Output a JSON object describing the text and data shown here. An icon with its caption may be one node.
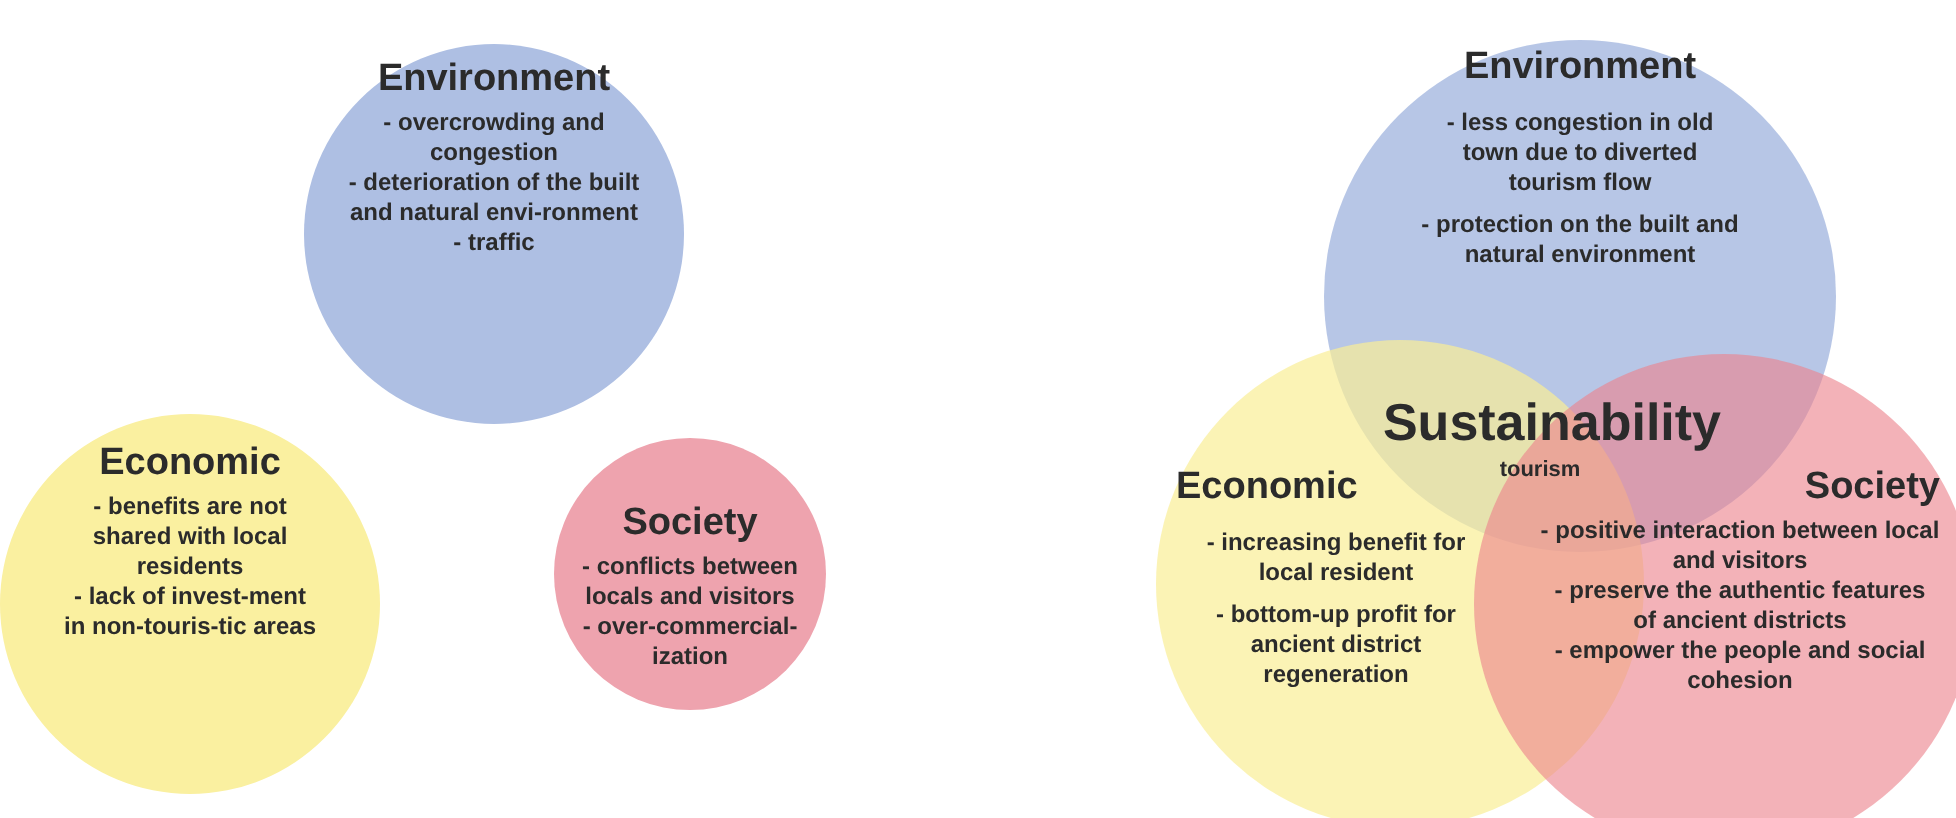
{
  "diagram": {
    "nodes": [
      {
        "text": [
          "Environment",
          "- overcrowding and congestion",
          "- deterioration of the built and natural envi-ronment",
          "- traffic"
        ]
      },
      {
        "text": [
          "Economic",
          "- benefits are not shared with local residents",
          "- lack of invest-ment in non-touris-tic areas"
        ]
      },
      {
        "text": [
          "Society",
          "- conflicts between locals and visitors",
          "- over-commercial-ization"
        ]
      },
      {
        "text": [
          "Environment",
          "- less congestion in old town due to diverted tourism flow",
          "- protection on the built and natural environment"
        ]
      },
      {
        "text": [
          "Economic",
          "- increasing benefit for local resident",
          "- bottom-up profit for ancient district regeneration"
        ]
      },
      {
        "text": [
          "Society",
          "- positive interaction between local and visitors",
          "- preserve the authentic features of ancient districts",
          "- empower the people and social cohesion"
        ]
      }
    ],
    "labels": [
      "Sustainability",
      "tourism"
    ]
  }
}
